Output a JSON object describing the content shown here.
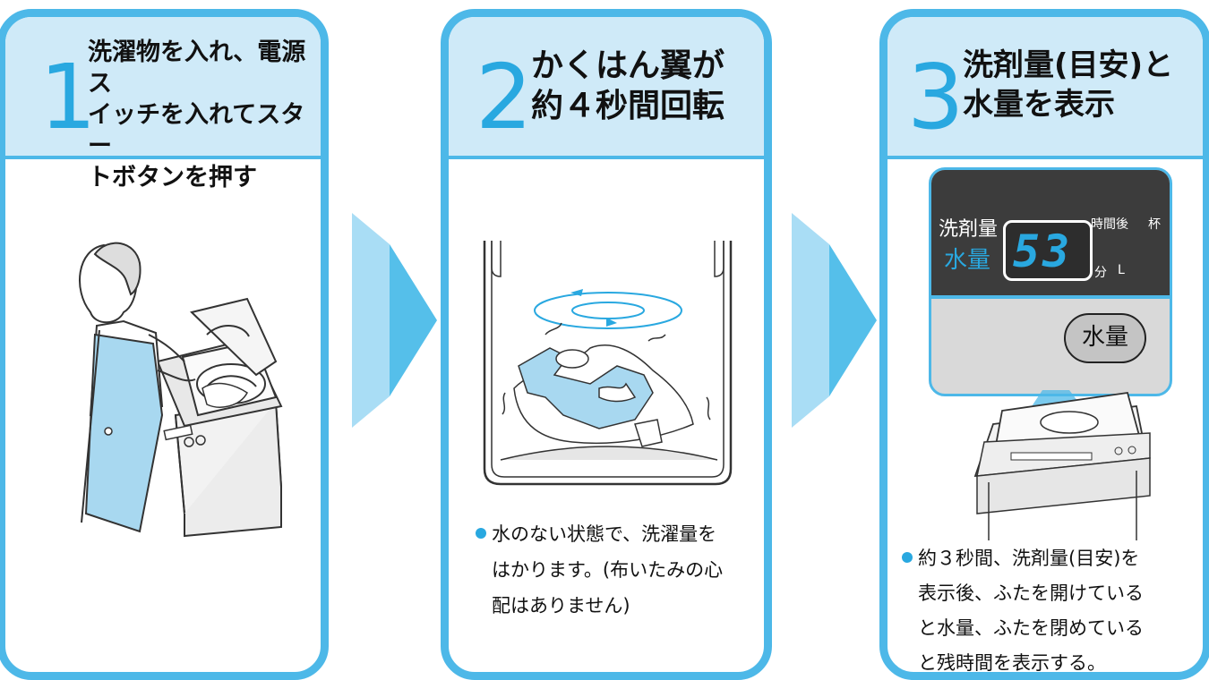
{
  "steps": [
    {
      "number": "1",
      "title_lines": [
        "洗濯物を入れ、電源ス",
        "イッチを入れてスター",
        "トボタンを押す"
      ]
    },
    {
      "number": "2",
      "title_lines": [
        "かくはん翼が",
        "約４秒間回転"
      ],
      "note_lines": [
        "水のない状態で、洗濯量を",
        "はかります。(布いたみの心",
        "配はありません)"
      ]
    },
    {
      "number": "3",
      "title_lines": [
        "洗剤量(目安)と",
        "水量を表示"
      ],
      "note_lines": [
        "約３秒間、洗剤量(目安)を",
        "表示後、ふたを開けている",
        "と水量、ふたを閉めている",
        "と残時間を表示する。"
      ]
    }
  ],
  "display_panel": {
    "label_detergent": "洗剤量",
    "label_water": "水量",
    "digits": "53",
    "unit_time_after": "時間後",
    "unit_cups": "杯",
    "unit_minutes": "分",
    "unit_liters": "L",
    "button_label": "水量"
  },
  "colors": {
    "accent": "#29a8e0",
    "frame": "#4db8e8",
    "header_bg": "#cfeaf8",
    "panel_dark": "#3c3c3c",
    "panel_grey": "#d9d9d9"
  }
}
